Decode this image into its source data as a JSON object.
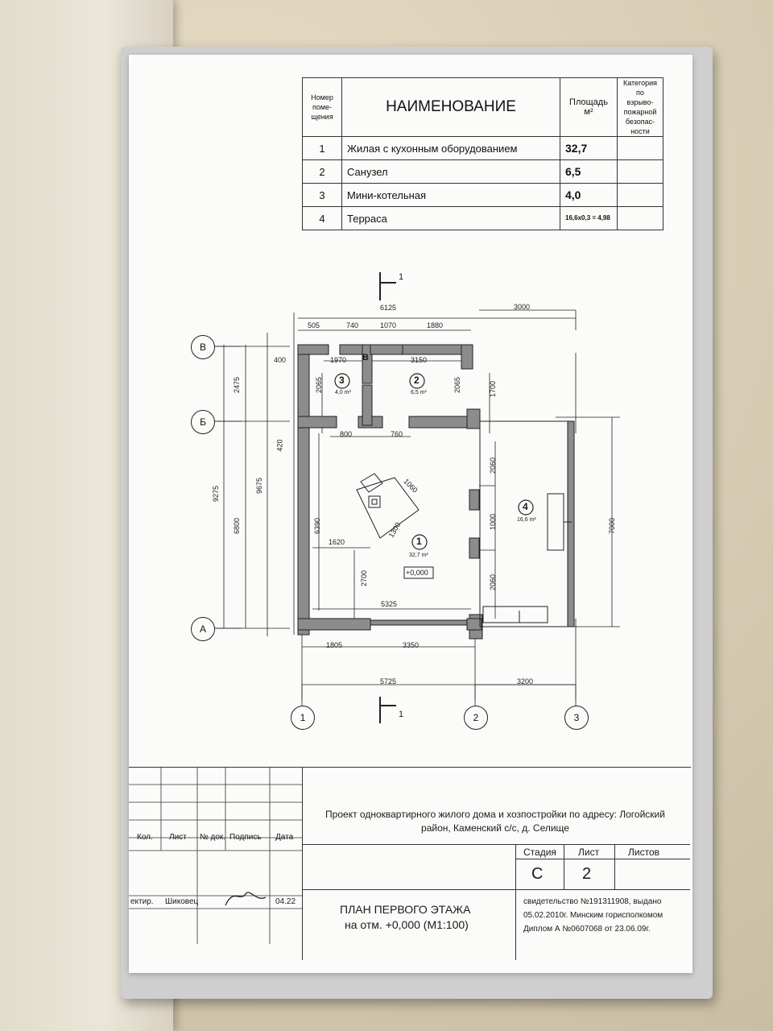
{
  "room_table": {
    "headers": {
      "number": "Номер поме-щения",
      "name": "НАИМЕНОВАНИЕ",
      "area": "Площадь м²",
      "category": "Категория по взрыво-пожарной безопас-ности"
    },
    "rows": [
      {
        "num": "1",
        "name": "Жилая с кухонным оборудованием",
        "area": "32,7"
      },
      {
        "num": "2",
        "name": "Санузел",
        "area": "6,5"
      },
      {
        "num": "3",
        "name": "Мини-котельная",
        "area": "4,0"
      },
      {
        "num": "4",
        "name": "Терраса",
        "area": "16,6x0,3 = 4,98"
      }
    ]
  },
  "plan": {
    "section_mark": "1",
    "axes_letters": [
      "В",
      "Б",
      "А"
    ],
    "axes_numbers": [
      "1",
      "2",
      "3"
    ],
    "dims": {
      "top_total": "6125",
      "top_right": "3000",
      "top_parts": [
        "505",
        "740",
        "1070",
        "1880"
      ],
      "inner_top_left": "1970",
      "inner_top_right": "3150",
      "left_400": "400",
      "left_2065": "2065",
      "right_2065": "2065",
      "d800": "800",
      "d760": "760",
      "d420": "420",
      "d6390": "6390",
      "d1620": "1620",
      "d2700": "2700",
      "d5325": "5325",
      "d1060": "1060",
      "d1300": "1300",
      "d1700": "1700",
      "d2060a": "2060",
      "d1000": "1000",
      "d2060b": "2060",
      "d7000": "7000",
      "d2475": "2475",
      "d6800": "6800",
      "d9275": "9275",
      "d9675": "9675",
      "bottom_1805": "1805",
      "bottom_3350": "3350",
      "bottom_5725": "5725",
      "bottom_3200": "3200"
    },
    "rooms": [
      {
        "num": "1",
        "area": "32,7 m²"
      },
      {
        "num": "2",
        "area": "6,5 m²"
      },
      {
        "num": "3",
        "area": "4,0 m²"
      },
      {
        "num": "4",
        "area": "16,6 m²"
      }
    ],
    "level_mark": "+0,000",
    "inner_letter": "В"
  },
  "title_block": {
    "col_heads": [
      "Кол.",
      "Лист",
      "№ док.",
      "Подпись",
      "Дата"
    ],
    "project": "Проект одноквартирного жилого дома и хозпостройки по адресу: Логойский район, Каменский с/с, д. Селище",
    "stage_label": "Стадия",
    "sheet_label": "Лист",
    "sheets_label": "Листов",
    "stage_value": "С",
    "sheet_value": "2",
    "role": "ектир.",
    "person": "Шиковец",
    "date": "04.22",
    "drawing_title_1": "ПЛАН ПЕРВОГО ЭТАЖА",
    "drawing_title_2": "на отм. +0,000 (М1:100)",
    "cert_1": "свидетельство №191311908, выдано",
    "cert_2": "05.02.2010г. Минским горисполкомом",
    "cert_3": "Диплом А №0607068 от 23.06.09г."
  },
  "colors": {
    "wall": "#8c8c8c",
    "ink": "#222222",
    "paper": "#fbfbf9"
  }
}
